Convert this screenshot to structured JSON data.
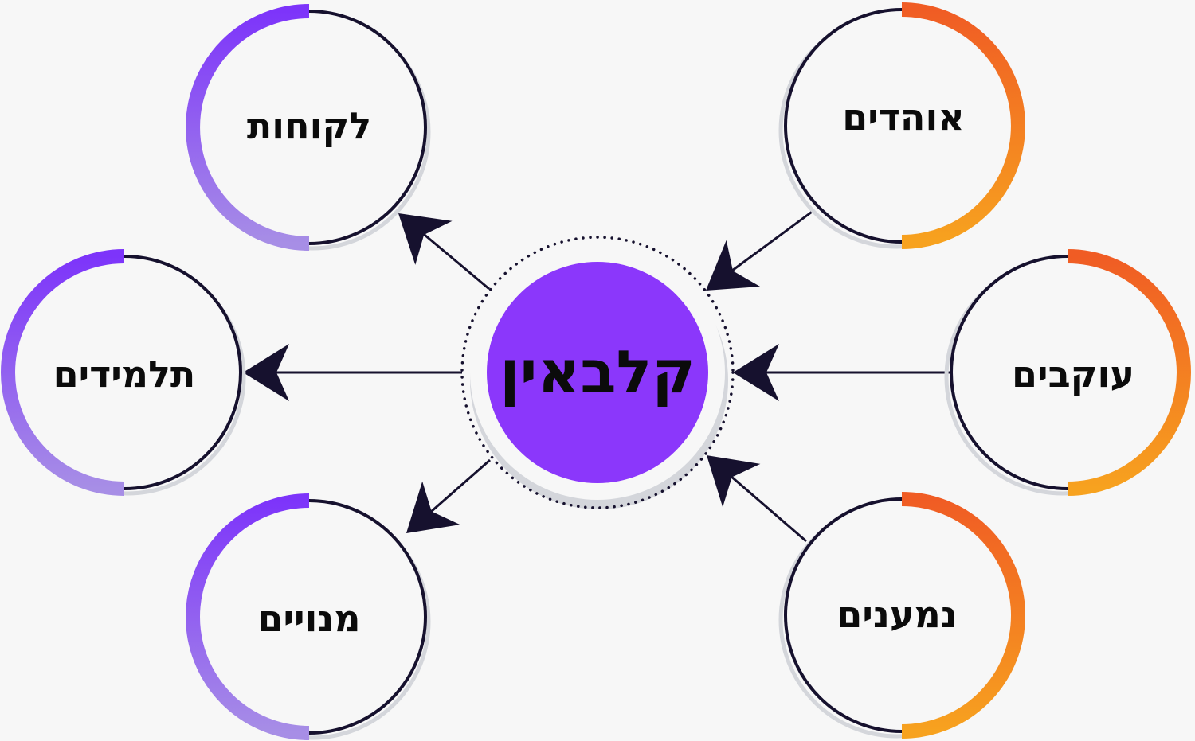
{
  "center": {
    "label": "קלבאין",
    "color": "#8b37fb"
  },
  "colors": {
    "ring_stroke": "#16112e",
    "ring_shadow": "#d4d6db",
    "arrow": "#16112e",
    "purple_top": "#7d34fa",
    "purple_bottom": "#a78ee6",
    "orange_top": "#f05c24",
    "orange_bottom": "#f7a21f"
  },
  "nodes": {
    "lakohot": {
      "label": "לקוחות",
      "accent": "purple",
      "direction": "outgoing"
    },
    "talmidim": {
      "label": "תלמידים",
      "accent": "purple",
      "direction": "outgoing"
    },
    "menuyim": {
      "label": "מנויים",
      "accent": "purple",
      "direction": "outgoing"
    },
    "ohadim": {
      "label": "אוהדים",
      "accent": "orange",
      "direction": "incoming"
    },
    "okvim": {
      "label": "עוקבים",
      "accent": "orange",
      "direction": "incoming"
    },
    "nimanim": {
      "label": "נמענים",
      "accent": "orange",
      "direction": "incoming"
    }
  }
}
